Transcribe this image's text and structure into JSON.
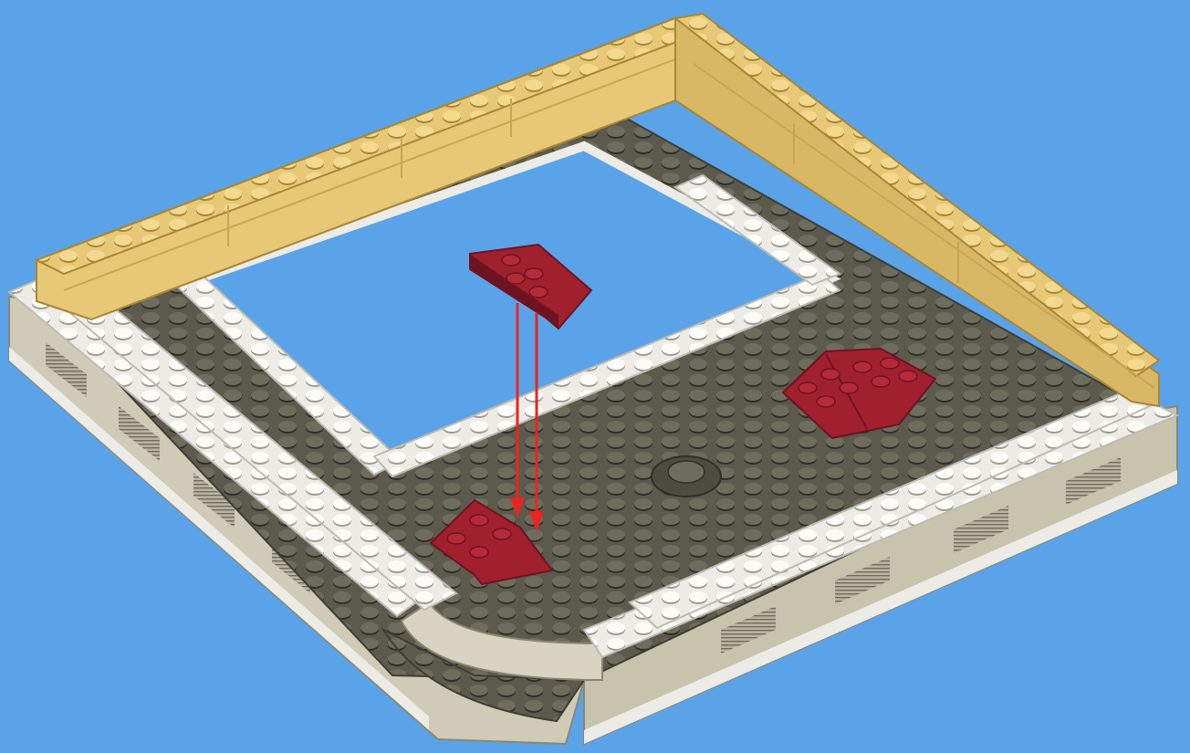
{
  "scene": {
    "kind": "building instruction step",
    "background_color": "#5ba3e8",
    "colors": {
      "dark_plate": "#5b5a4c",
      "dark_plate_edge": "#3e3d33",
      "dark_stud": "#6b6a5a",
      "light_tile": "#ecebe6",
      "light_tile_edge": "#bdbcb4",
      "tan_brick": "#e7c877",
      "tan_brick_side": "#c9a552",
      "base_side": "#cfcbb6",
      "base_side_dark": "#a9a58f",
      "red_plate": "#a0202e",
      "red_plate_dark": "#6e1420",
      "red_stud": "#b52a38",
      "arrow": "#e8261f"
    },
    "parts": [
      {
        "id": "wedge-plate-floating",
        "color": "red",
        "studs": 4
      },
      {
        "id": "wedge-plate-placed",
        "color": "red",
        "studs": 4
      },
      {
        "id": "wedge-plate-pair-right",
        "color": "red",
        "studs": 8
      }
    ],
    "arrows": [
      {
        "id": "placement-arrow-left",
        "from": "wedge-plate-floating",
        "to": "wedge-plate-placed"
      },
      {
        "id": "placement-arrow-right",
        "from": "wedge-plate-floating",
        "to": "wedge-plate-placed"
      }
    ]
  }
}
